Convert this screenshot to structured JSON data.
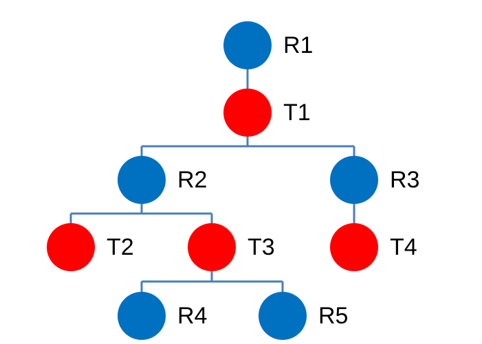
{
  "colors": {
    "r_node": "#0070C0",
    "t_node": "#FF0000",
    "connector": "#4A7EBB"
  },
  "nodes": [
    {
      "id": "R1",
      "label": "R1",
      "kind": "r"
    },
    {
      "id": "T1",
      "label": "T1",
      "kind": "t"
    },
    {
      "id": "R2",
      "label": "R2",
      "kind": "r"
    },
    {
      "id": "R3",
      "label": "R3",
      "kind": "r"
    },
    {
      "id": "T2",
      "label": "T2",
      "kind": "t"
    },
    {
      "id": "T3",
      "label": "T3",
      "kind": "t"
    },
    {
      "id": "T4",
      "label": "T4",
      "kind": "t"
    },
    {
      "id": "R4",
      "label": "R4",
      "kind": "r"
    },
    {
      "id": "R5",
      "label": "R5",
      "kind": "r"
    }
  ],
  "edges": [
    {
      "parent": "R1",
      "children": [
        "T1"
      ]
    },
    {
      "parent": "T1",
      "children": [
        "R2",
        "R3"
      ]
    },
    {
      "parent": "R2",
      "children": [
        "T2",
        "T3"
      ]
    },
    {
      "parent": "R3",
      "children": [
        "T4"
      ]
    },
    {
      "parent": "T3",
      "children": [
        "R4",
        "R5"
      ]
    }
  ]
}
